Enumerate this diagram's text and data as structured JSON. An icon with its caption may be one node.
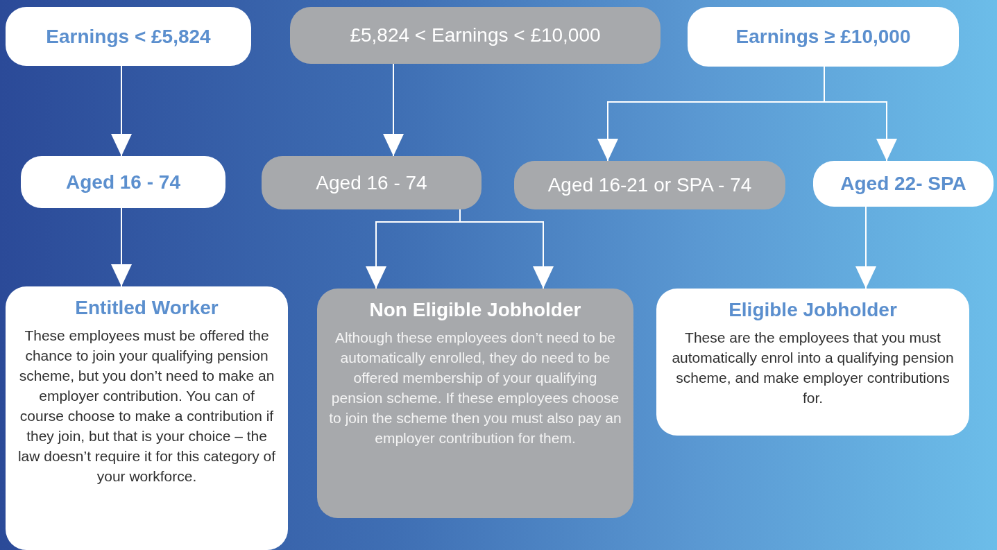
{
  "diagram": {
    "nodes": [
      {
        "text": [
          "Earnings < £5,824"
        ]
      },
      {
        "text": [
          "£5,824 < Earnings < £10,000"
        ]
      },
      {
        "text": [
          "Earnings ≥ £10,000"
        ]
      },
      {
        "text": [
          "Aged 16 - 74"
        ]
      },
      {
        "text": [
          "Aged 16 - 74"
        ]
      },
      {
        "text": [
          "Aged 16-21 or SPA - 74"
        ]
      },
      {
        "text": [
          "Aged 22- SPA"
        ]
      },
      {
        "text": [
          "Entitled Worker",
          "These employees must be offered the chance to join your qualifying pension scheme, but you don’t need to make an employer contribution. You can of course choose to make a contribution if they join, but that is your choice – the law doesn’t require it for this category of your workforce."
        ]
      },
      {
        "text": [
          "Non Eligible Jobholder",
          "Although these employees don’t need to be automatically enrolled, they do need to be offered membership of your qualifying pension scheme. If these employees choose to join the scheme then you must also pay an employer contribution for them."
        ]
      },
      {
        "text": [
          "Eligible Jobholder",
          "These are the employees that you must automatically enrol into a qualifying pension scheme, and make employer contributions for."
        ]
      }
    ],
    "edges": [
      {
        "from": 0,
        "to": 3,
        "arrow": "to"
      },
      {
        "from": 1,
        "to": 4,
        "arrow": "to"
      },
      {
        "from": 2,
        "to": 5,
        "arrow": "to"
      },
      {
        "from": 2,
        "to": 6,
        "arrow": "to"
      },
      {
        "from": 3,
        "to": 7,
        "arrow": "to"
      },
      {
        "from": 4,
        "to": 8,
        "arrow": "to"
      },
      {
        "from": 4,
        "to": 8,
        "arrow": "to"
      },
      {
        "from": 6,
        "to": 9,
        "arrow": "to"
      }
    ]
  }
}
